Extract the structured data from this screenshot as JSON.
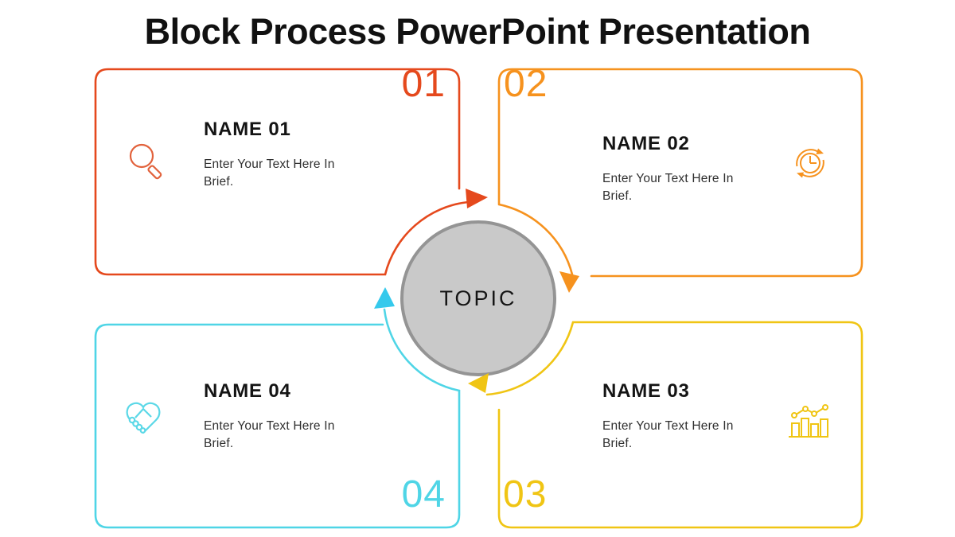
{
  "slide": {
    "title": "Block Process PowerPoint Presentation",
    "center": {
      "label": "TOPIC",
      "fill_color": "#C9C9C9",
      "border_color": "#949494"
    },
    "flow_order": [
      "01",
      "02",
      "03",
      "04"
    ],
    "blocks": [
      {
        "number": "01",
        "name": "NAME 01",
        "body": "Enter Your Text Here In Brief.",
        "icon": "search-icon",
        "color": "#E5491D",
        "position": "top-left"
      },
      {
        "number": "02",
        "name": "NAME 02",
        "body": "Enter Your Text Here In Brief.",
        "icon": "clock-refresh-icon",
        "color": "#F6921E",
        "position": "top-right"
      },
      {
        "number": "03",
        "name": "NAME 03",
        "body": "Enter Your Text Here In Brief.",
        "icon": "bar-chart-icon",
        "color": "#F0C514",
        "position": "bottom-right"
      },
      {
        "number": "04",
        "name": "NAME 04",
        "body": "Enter Your Text Here In Brief.",
        "icon": "handshake-icon",
        "color": "#4FD5E6",
        "position": "bottom-left"
      }
    ]
  }
}
